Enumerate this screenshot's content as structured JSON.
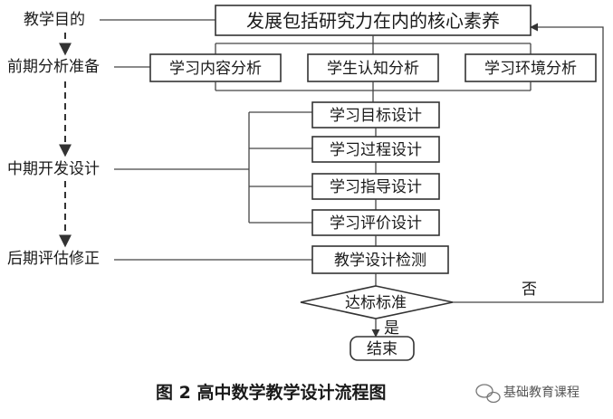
{
  "labels": {
    "goal": "教学目的",
    "early": "前期分析准备",
    "middle": "中期开发设计",
    "late": "后期评估修正"
  },
  "boxes": {
    "top": "发展包括研究力在内的核心素养",
    "content_analysis": "学习内容分析",
    "cognition_analysis": "学生认知分析",
    "environment_analysis": "学习环境分析",
    "objective_design": "学习目标设计",
    "process_design": "学习过程设计",
    "guidance_design": "学习指导设计",
    "evaluation_design": "学习评价设计",
    "check": "教学设计检测",
    "decision": "达标标准",
    "end": "结束"
  },
  "edges": {
    "yes": "是",
    "no": "否"
  },
  "caption": "图 2  高中数学教学设计流程图",
  "watermark": "基础教育课程"
}
